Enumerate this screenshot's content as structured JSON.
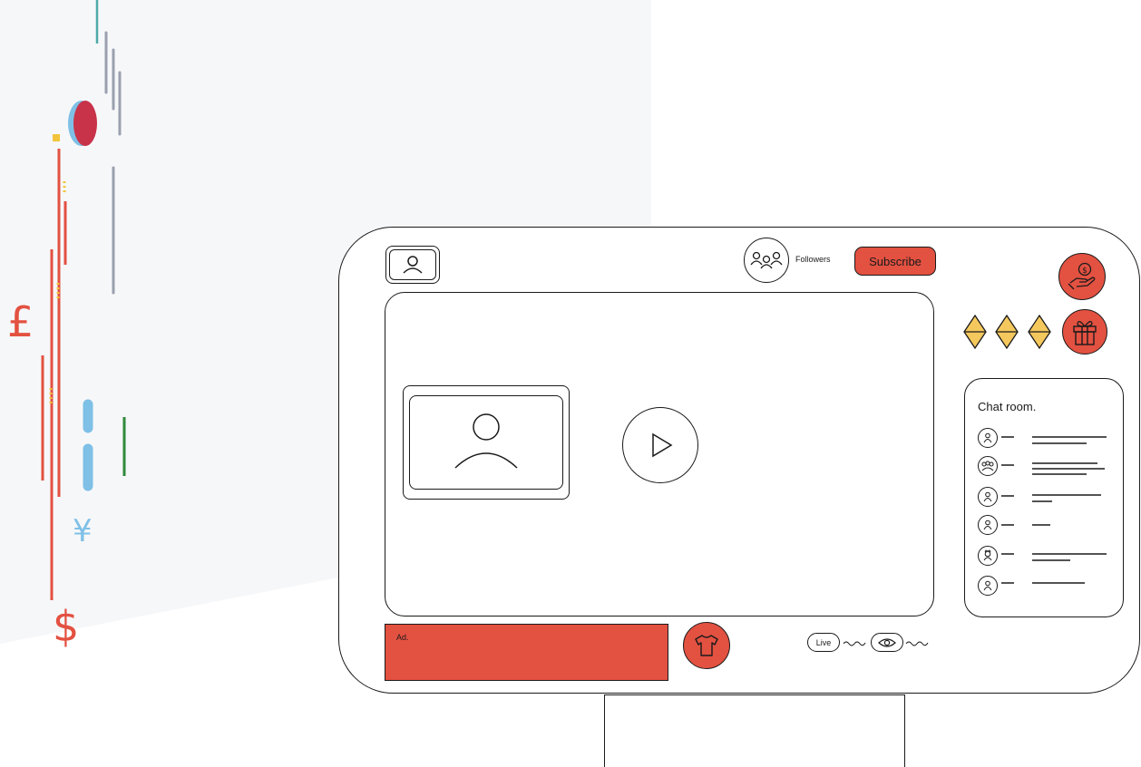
{
  "header": {
    "followers_label": "Followers",
    "subscribe_label": "Subscribe"
  },
  "chat": {
    "title": "Chat room."
  },
  "ad": {
    "label": "Ad."
  },
  "status": {
    "live_label": "Live"
  },
  "currency_symbols": {
    "pound": "£",
    "yen": "¥",
    "dollar": "$"
  },
  "colors": {
    "accent_red": "#e35141",
    "gem_yellow": "#f5c85e",
    "outline": "#1a1a1a",
    "panel_bg": "#f6f7f9"
  },
  "icons": {
    "profile": "user-icon",
    "followers": "users-group-icon",
    "donate": "hand-coin-icon",
    "gift": "gift-icon",
    "play": "play-icon",
    "merch": "tshirt-icon",
    "views": "eye-icon"
  }
}
